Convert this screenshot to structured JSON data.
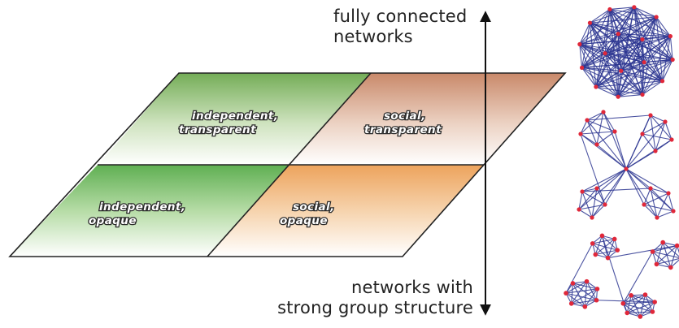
{
  "axis": {
    "top_label": [
      "fully connected",
      "networks"
    ],
    "bottom_label": [
      "networks with",
      "strong group structure"
    ]
  },
  "quadrants": {
    "top_left": [
      "independent,",
      "transparent"
    ],
    "top_right": [
      "social,",
      "transparent"
    ],
    "bottom_left": [
      "independent,",
      "opaque"
    ],
    "bottom_right": [
      "social,",
      "opaque"
    ]
  },
  "colors": {
    "independent": "#5aa84a",
    "social": "#e39a55",
    "node": "#e0283a",
    "edge": "#2b3590",
    "outline": "#222222"
  },
  "icons": [
    "fully-connected-network-icon",
    "star-of-cliques-network-icon",
    "group-structure-network-icon"
  ]
}
